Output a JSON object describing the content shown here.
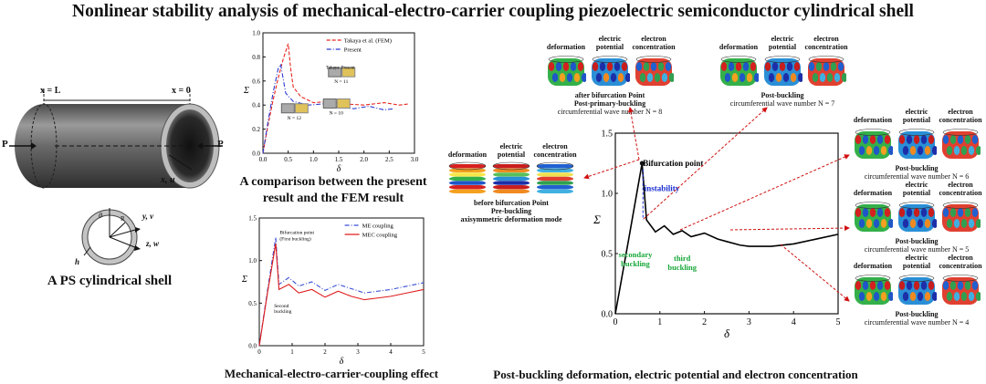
{
  "title": "Nonlinear stability analysis of mechanical-electro-carrier coupling piezoelectric semiconductor cylindrical shell",
  "shell_panel": {
    "caption": "A PS cylindrical shell",
    "x_L": "x = L",
    "x_0": "x = 0",
    "load_left": "P",
    "load_right": "P",
    "axis_xu": "x, u",
    "cs_yv": "y, v",
    "cs_zw": "z, w",
    "cs_R": "R",
    "cs_theta": "θ",
    "cs_h": "h"
  },
  "fem_panel": {
    "caption_line1": "A comparison between the present",
    "caption_line2": "result and the FEM result",
    "inset_N12": "N = 12",
    "inset_N10": "N = 10",
    "inset_N11": "N = 11",
    "inset_takaya": "Takaya",
    "inset_present": "Present",
    "chart_data": {
      "type": "line",
      "xlabel": "δ",
      "ylabel": "Σ",
      "xlim": [
        0,
        3
      ],
      "ylim": [
        0,
        1
      ],
      "xticks": [
        "0.0",
        "0.5",
        "1.0",
        "1.5",
        "2.0",
        "2.5",
        "3.0"
      ],
      "yticks": [
        "0.0",
        "0.2",
        "0.4",
        "0.6",
        "0.8",
        "1.0"
      ],
      "legend_position": "top-right",
      "series": [
        {
          "name": "Takaya et al. (FEM)",
          "color": "#e8241f",
          "style": "dashed",
          "x": [
            0,
            0.1,
            0.2,
            0.3,
            0.4,
            0.5,
            0.55,
            0.6,
            0.75,
            1.0,
            1.3,
            1.6,
            2.0,
            2.4,
            2.7,
            2.9
          ],
          "y": [
            0,
            0.23,
            0.44,
            0.62,
            0.78,
            0.91,
            0.7,
            0.55,
            0.47,
            0.42,
            0.43,
            0.41,
            0.4,
            0.42,
            0.4,
            0.41
          ]
        },
        {
          "name": "Present",
          "color": "#2b3bd1",
          "style": "dash-dot",
          "x": [
            0,
            0.1,
            0.2,
            0.3,
            0.35,
            0.45,
            0.6,
            0.9,
            1.2,
            1.5,
            1.8,
            2.1,
            2.4,
            2.6
          ],
          "y": [
            0,
            0.26,
            0.5,
            0.7,
            0.74,
            0.5,
            0.43,
            0.4,
            0.41,
            0.38,
            0.37,
            0.39,
            0.36,
            0.37
          ]
        }
      ]
    }
  },
  "coupling_panel": {
    "caption": "Mechanical-electro-carrier-coupling effect",
    "ann_bif_1": "Bifurcation point",
    "ann_bif_2": "(First buckling)",
    "ann_second_1": "Second",
    "ann_second_2": "buckling",
    "chart_data": {
      "type": "line",
      "xlabel": "δ",
      "ylabel": "Σ",
      "xlim": [
        0,
        5
      ],
      "ylim": [
        0,
        1.5
      ],
      "xticks": [
        "0",
        "1",
        "2",
        "3",
        "4",
        "5"
      ],
      "yticks": [
        "0.0",
        "0.5",
        "1.0",
        "1.5"
      ],
      "legend_position": "top-right",
      "series": [
        {
          "name": "ME coupling",
          "color": "#3a4fd6",
          "style": "dash-dot",
          "x": [
            0,
            0.25,
            0.5,
            0.6,
            0.9,
            1.2,
            1.6,
            2.0,
            2.4,
            2.8,
            3.2,
            3.6,
            4.0,
            4.5,
            5.0
          ],
          "y": [
            0,
            0.65,
            1.27,
            0.72,
            0.8,
            0.7,
            0.75,
            0.65,
            0.72,
            0.67,
            0.62,
            0.64,
            0.66,
            0.7,
            0.74
          ]
        },
        {
          "name": "MEC coupling",
          "color": "#e01b1b",
          "style": "solid",
          "x": [
            0,
            0.25,
            0.5,
            0.6,
            0.9,
            1.2,
            1.6,
            2.0,
            2.4,
            2.8,
            3.2,
            3.6,
            4.0,
            4.5,
            5.0
          ],
          "y": [
            0,
            0.62,
            1.2,
            0.66,
            0.72,
            0.62,
            0.66,
            0.57,
            0.64,
            0.58,
            0.54,
            0.56,
            0.58,
            0.62,
            0.66
          ]
        }
      ]
    }
  },
  "post_panel": {
    "caption": "Post-buckling deformation, electric potential and electron concentration",
    "ann_bif": "Bifurcation point",
    "ann_instability": "instability",
    "ann_secondary_1": "secondary",
    "ann_secondary_2": "buckling",
    "ann_third_1": "third",
    "ann_third_2": "buckling",
    "chart_data": {
      "type": "line",
      "xlabel": "δ",
      "ylabel": "Σ",
      "xlim": [
        0,
        5
      ],
      "ylim": [
        0,
        1.5
      ],
      "xticks": [
        "0",
        "1",
        "2",
        "3",
        "4",
        "5"
      ],
      "yticks": [
        "0.0",
        "0.5",
        "1.0",
        "1.5"
      ],
      "series": [
        {
          "color": "#000000",
          "style": "solid",
          "x": [
            0,
            0.3,
            0.6,
            0.7,
            0.9,
            1.1,
            1.3,
            1.5,
            1.7,
            2.0,
            2.3,
            2.5,
            2.8,
            3.0,
            3.5,
            4.0,
            4.5,
            5.0
          ],
          "y": [
            0,
            0.62,
            1.25,
            0.78,
            0.68,
            0.73,
            0.66,
            0.69,
            0.64,
            0.67,
            0.62,
            0.6,
            0.57,
            0.56,
            0.56,
            0.58,
            0.62,
            0.66
          ]
        }
      ]
    },
    "field_labels": {
      "deformation": "deformation",
      "electric": "electric",
      "potential": "potential",
      "electron": "electron",
      "concentration": "concentration"
    },
    "groups": {
      "prebuckling": [
        "before bifurcation Point",
        "Pre-buckling",
        "axisymmetric deformation mode"
      ],
      "n8": [
        "after bifurcation Point",
        "Post-primary-buckling",
        "circumferential wave number N = 8"
      ],
      "n7": [
        "Post-buckling",
        "circumferential wave number N = 7"
      ],
      "n6": [
        "Post-buckling",
        "circumferential wave number N = 6"
      ],
      "n5": [
        "Post-buckling",
        "circumferential wave number N = 5"
      ],
      "n4": [
        "Post-buckling",
        "circumferential wave number N = 4"
      ]
    }
  },
  "colors": {
    "fem_red": "#e8241f",
    "present_blue": "#2b3bd1",
    "arrow_red": "#d01010",
    "instability_blue": "#1a2fd0",
    "secondary_green": "#18a83a"
  }
}
